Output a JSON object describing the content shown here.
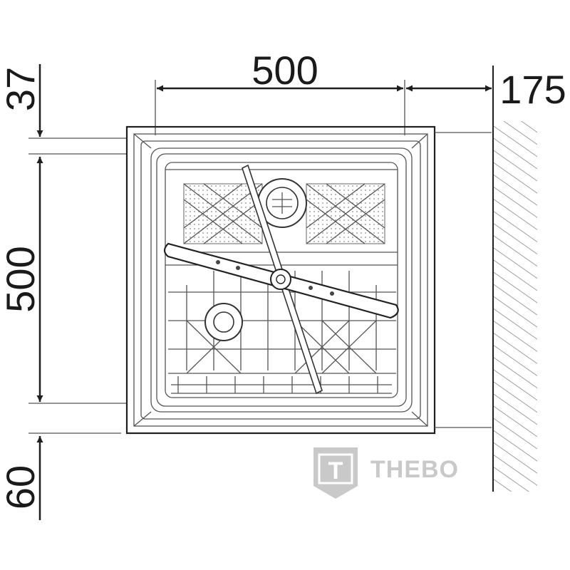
{
  "dimensions": {
    "top_width": "500",
    "side_clearance": "175",
    "top_offset": "37",
    "height": "500",
    "bottom_offset": "60"
  },
  "watermark": {
    "brand": "THEBO",
    "logo_letter": "T",
    "color": "#c9c9c9"
  },
  "colors": {
    "line": "#1f1f1f",
    "detail": "#555555"
  }
}
